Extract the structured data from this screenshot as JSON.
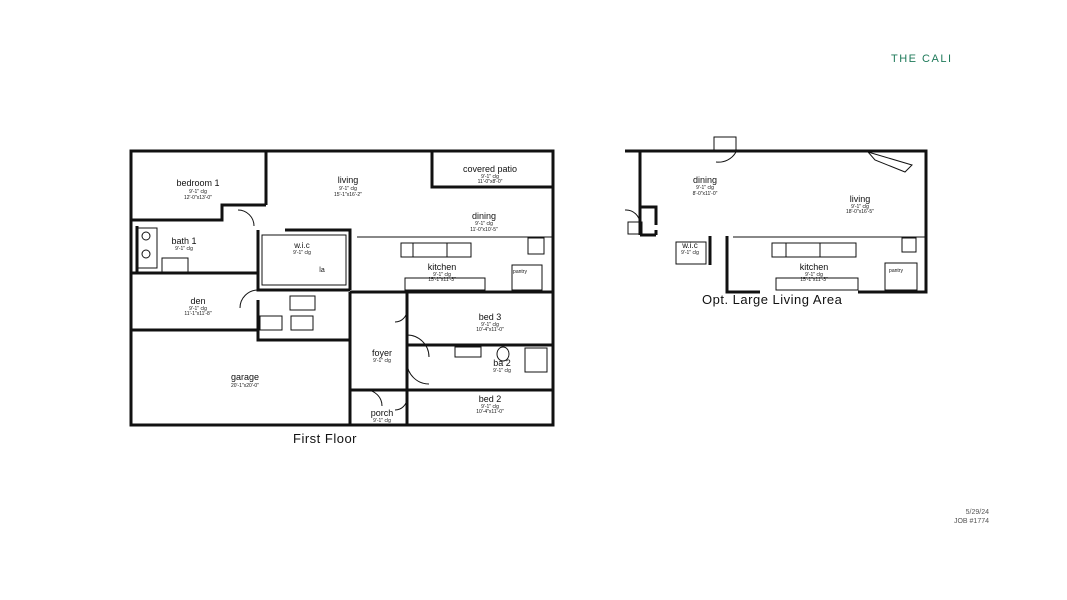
{
  "brand": {
    "title": "THE CALI",
    "color": "#1f7a5a"
  },
  "stamp": {
    "date": "5/29/24",
    "job": "JOB #1774"
  },
  "captions": {
    "first_floor": "First Floor",
    "option": "Opt. Large Living Area"
  },
  "first_floor": {
    "bedroom1": {
      "name": "bedroom 1",
      "dims": "9'-1\" clg",
      "size": "12'-0\"x13'-0\""
    },
    "living": {
      "name": "living",
      "dims": "9'-1\" clg",
      "size": "15'-1\"x16'-2\""
    },
    "covered_patio": {
      "name": "covered patio",
      "dims": "9'-1\" clg",
      "size": "11'-0\"x8'-0\""
    },
    "dining": {
      "name": "dining",
      "dims": "9'-1\" clg",
      "size": "11'-0\"x10'-5\""
    },
    "bath1": {
      "name": "bath 1",
      "dims": "9'-1\" clg"
    },
    "wic": {
      "name": "w.i.c",
      "dims": "9'-1\" clg"
    },
    "kitchen": {
      "name": "kitchen",
      "dims": "9'-1\" clg",
      "size": "15'-1\"x11'-3\""
    },
    "pantry": {
      "name": "pantry"
    },
    "laundry": {
      "name": "la"
    },
    "den": {
      "name": "den",
      "dims": "9'-1\" clg",
      "size": "11'-1\"x11'-8\""
    },
    "garage": {
      "name": "garage",
      "size": "20'-1\"x20'-0\""
    },
    "foyer": {
      "name": "foyer",
      "dims": "9'-1\" clg"
    },
    "bed3": {
      "name": "bed 3",
      "dims": "9'-1\" clg",
      "size": "10'-4\"x11'-0\""
    },
    "bath2": {
      "name": "ba 2",
      "dims": "9'-1\" clg"
    },
    "porch": {
      "name": "porch",
      "dims": "9'-1\" clg"
    },
    "bed2": {
      "name": "bed 2",
      "dims": "9'-1\" clg",
      "size": "10'-4\"x11'-0\""
    }
  },
  "option_plan": {
    "dining": {
      "name": "dining",
      "dims": "9'-1\" clg",
      "size": "8'-0\"x11'-0\""
    },
    "living": {
      "name": "living",
      "dims": "9'-1\" clg",
      "size": "18'-0\"x16'-5\""
    },
    "wic": {
      "name": "w.i.c",
      "dims": "9'-1\" clg"
    },
    "kitchen": {
      "name": "kitchen",
      "dims": "9'-1\" clg",
      "size": "15'-1\"x11'-3\""
    },
    "pantry": {
      "name": "pantry"
    }
  }
}
